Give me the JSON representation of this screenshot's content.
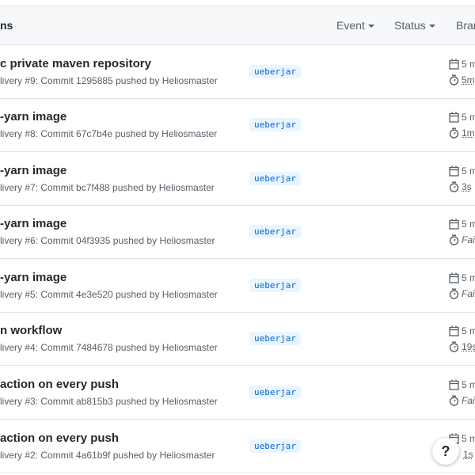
{
  "header": {
    "title": "ns",
    "filters": [
      "Event",
      "Status",
      "Bran"
    ]
  },
  "runs": [
    {
      "title": "c private maven repository",
      "sub": "livery #9: Commit 1295885 pushed by Heliosmaster",
      "branch": "ueberjar",
      "date": "5 m",
      "duration": "5m",
      "failed": false
    },
    {
      "title": "-yarn image",
      "sub": "livery #8: Commit 67c7b4e pushed by Heliosmaster",
      "branch": "ueberjar",
      "date": "5 m",
      "duration": "1m",
      "failed": false
    },
    {
      "title": "-yarn image",
      "sub": "livery #7: Commit bc7f488 pushed by Heliosmaster",
      "branch": "ueberjar",
      "date": "5 m",
      "duration": "3s",
      "failed": false
    },
    {
      "title": "-yarn image",
      "sub": "livery #6: Commit 04f3935 pushed by Heliosmaster",
      "branch": "ueberjar",
      "date": "5 m",
      "duration": "Fai",
      "failed": true
    },
    {
      "title": "-yarn image",
      "sub": "livery #5: Commit 4e3e520 pushed by Heliosmaster",
      "branch": "ueberjar",
      "date": "5 m",
      "duration": "Fai",
      "failed": true
    },
    {
      "title": "n workflow",
      "sub": "livery #4: Commit 7484678 pushed by Heliosmaster",
      "branch": "ueberjar",
      "date": "5 m",
      "duration": "19s",
      "failed": false
    },
    {
      "title": "action on every push",
      "sub": "livery #3: Commit ab815b3 pushed by Heliosmaster",
      "branch": "ueberjar",
      "date": "5 m",
      "duration": "Fai",
      "failed": true
    },
    {
      "title": "action on every push",
      "sub": "livery #2: Commit 4a61b9f pushed by Heliosmaster",
      "branch": "ueberjar",
      "date": "5 m",
      "duration": "1s",
      "failed": false
    }
  ],
  "help": {
    "label": "?"
  }
}
